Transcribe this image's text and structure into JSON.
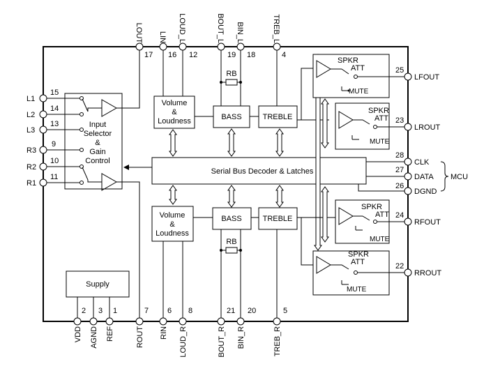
{
  "diagram": {
    "top_pins": [
      {
        "num": "17",
        "label": "LOUT"
      },
      {
        "num": "16",
        "label": "LIN"
      },
      {
        "num": "12",
        "label": "LOUD_L"
      },
      {
        "num": "19",
        "label": "BOUT_L"
      },
      {
        "num": "18",
        "label": "BIN_L"
      },
      {
        "num": "4",
        "label": "TREB_L"
      }
    ],
    "bottom_pins": [
      {
        "num": "2",
        "label": "VDD"
      },
      {
        "num": "3",
        "label": "AGND"
      },
      {
        "num": "1",
        "label": "REF"
      },
      {
        "num": "7",
        "label": "ROUT"
      },
      {
        "num": "6",
        "label": "RIN"
      },
      {
        "num": "8",
        "label": "LOUD_R"
      },
      {
        "num": "21",
        "label": "BOUT_R"
      },
      {
        "num": "20",
        "label": "BIN_R"
      },
      {
        "num": "5",
        "label": "TREB_R"
      }
    ],
    "left_pins": [
      {
        "num": "15",
        "label": "L1"
      },
      {
        "num": "14",
        "label": "L2"
      },
      {
        "num": "13",
        "label": "L3"
      },
      {
        "num": "9",
        "label": "R3"
      },
      {
        "num": "10",
        "label": "R2"
      },
      {
        "num": "11",
        "label": "R1"
      }
    ],
    "right_pins": [
      {
        "num": "25",
        "label": "LFOUT"
      },
      {
        "num": "23",
        "label": "LROUT"
      },
      {
        "num": "28",
        "label": "CLK"
      },
      {
        "num": "27",
        "label": "DATA"
      },
      {
        "num": "26",
        "label": "DGND"
      },
      {
        "num": "24",
        "label": "RFOUT"
      },
      {
        "num": "22",
        "label": "RROUT"
      }
    ],
    "mcu_label": "MCU",
    "input_selector": [
      "Input",
      "Selector",
      "&",
      "Gain",
      "Control"
    ],
    "volume": [
      "Volume",
      "&",
      "Loudness"
    ],
    "bass": "BASS",
    "treble": "TREBLE",
    "rb": "RB",
    "serial_bus": "Serial Bus Decoder & Latches",
    "supply": "Supply",
    "spkr_att": [
      "SPKR",
      "ATT"
    ],
    "mute": "MUTE"
  }
}
